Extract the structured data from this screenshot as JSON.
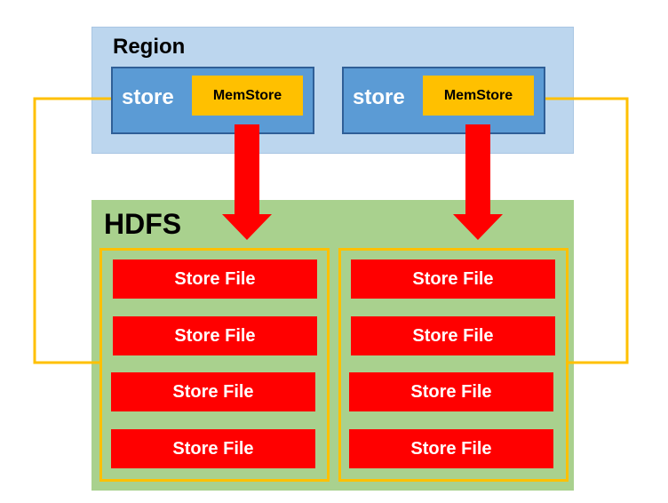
{
  "region": {
    "title": "Region"
  },
  "stores": [
    {
      "label": "store",
      "memstore": "MemStore"
    },
    {
      "label": "store",
      "memstore": "MemStore"
    }
  ],
  "hdfs": {
    "title": "HDFS",
    "groups": [
      {
        "files": [
          "Store File",
          "Store File",
          "Store File",
          "Store File"
        ]
      },
      {
        "files": [
          "Store File",
          "Store File",
          "Store File",
          "Store File"
        ]
      }
    ]
  },
  "colors": {
    "region_bg": "#bcd6ee",
    "store_bg": "#5b9bd5",
    "memstore_bg": "#ffc000",
    "hdfs_bg": "#a9d18e",
    "storefile_bg": "#ff0000",
    "connector": "#ffc000",
    "arrow": "#ff0000"
  }
}
